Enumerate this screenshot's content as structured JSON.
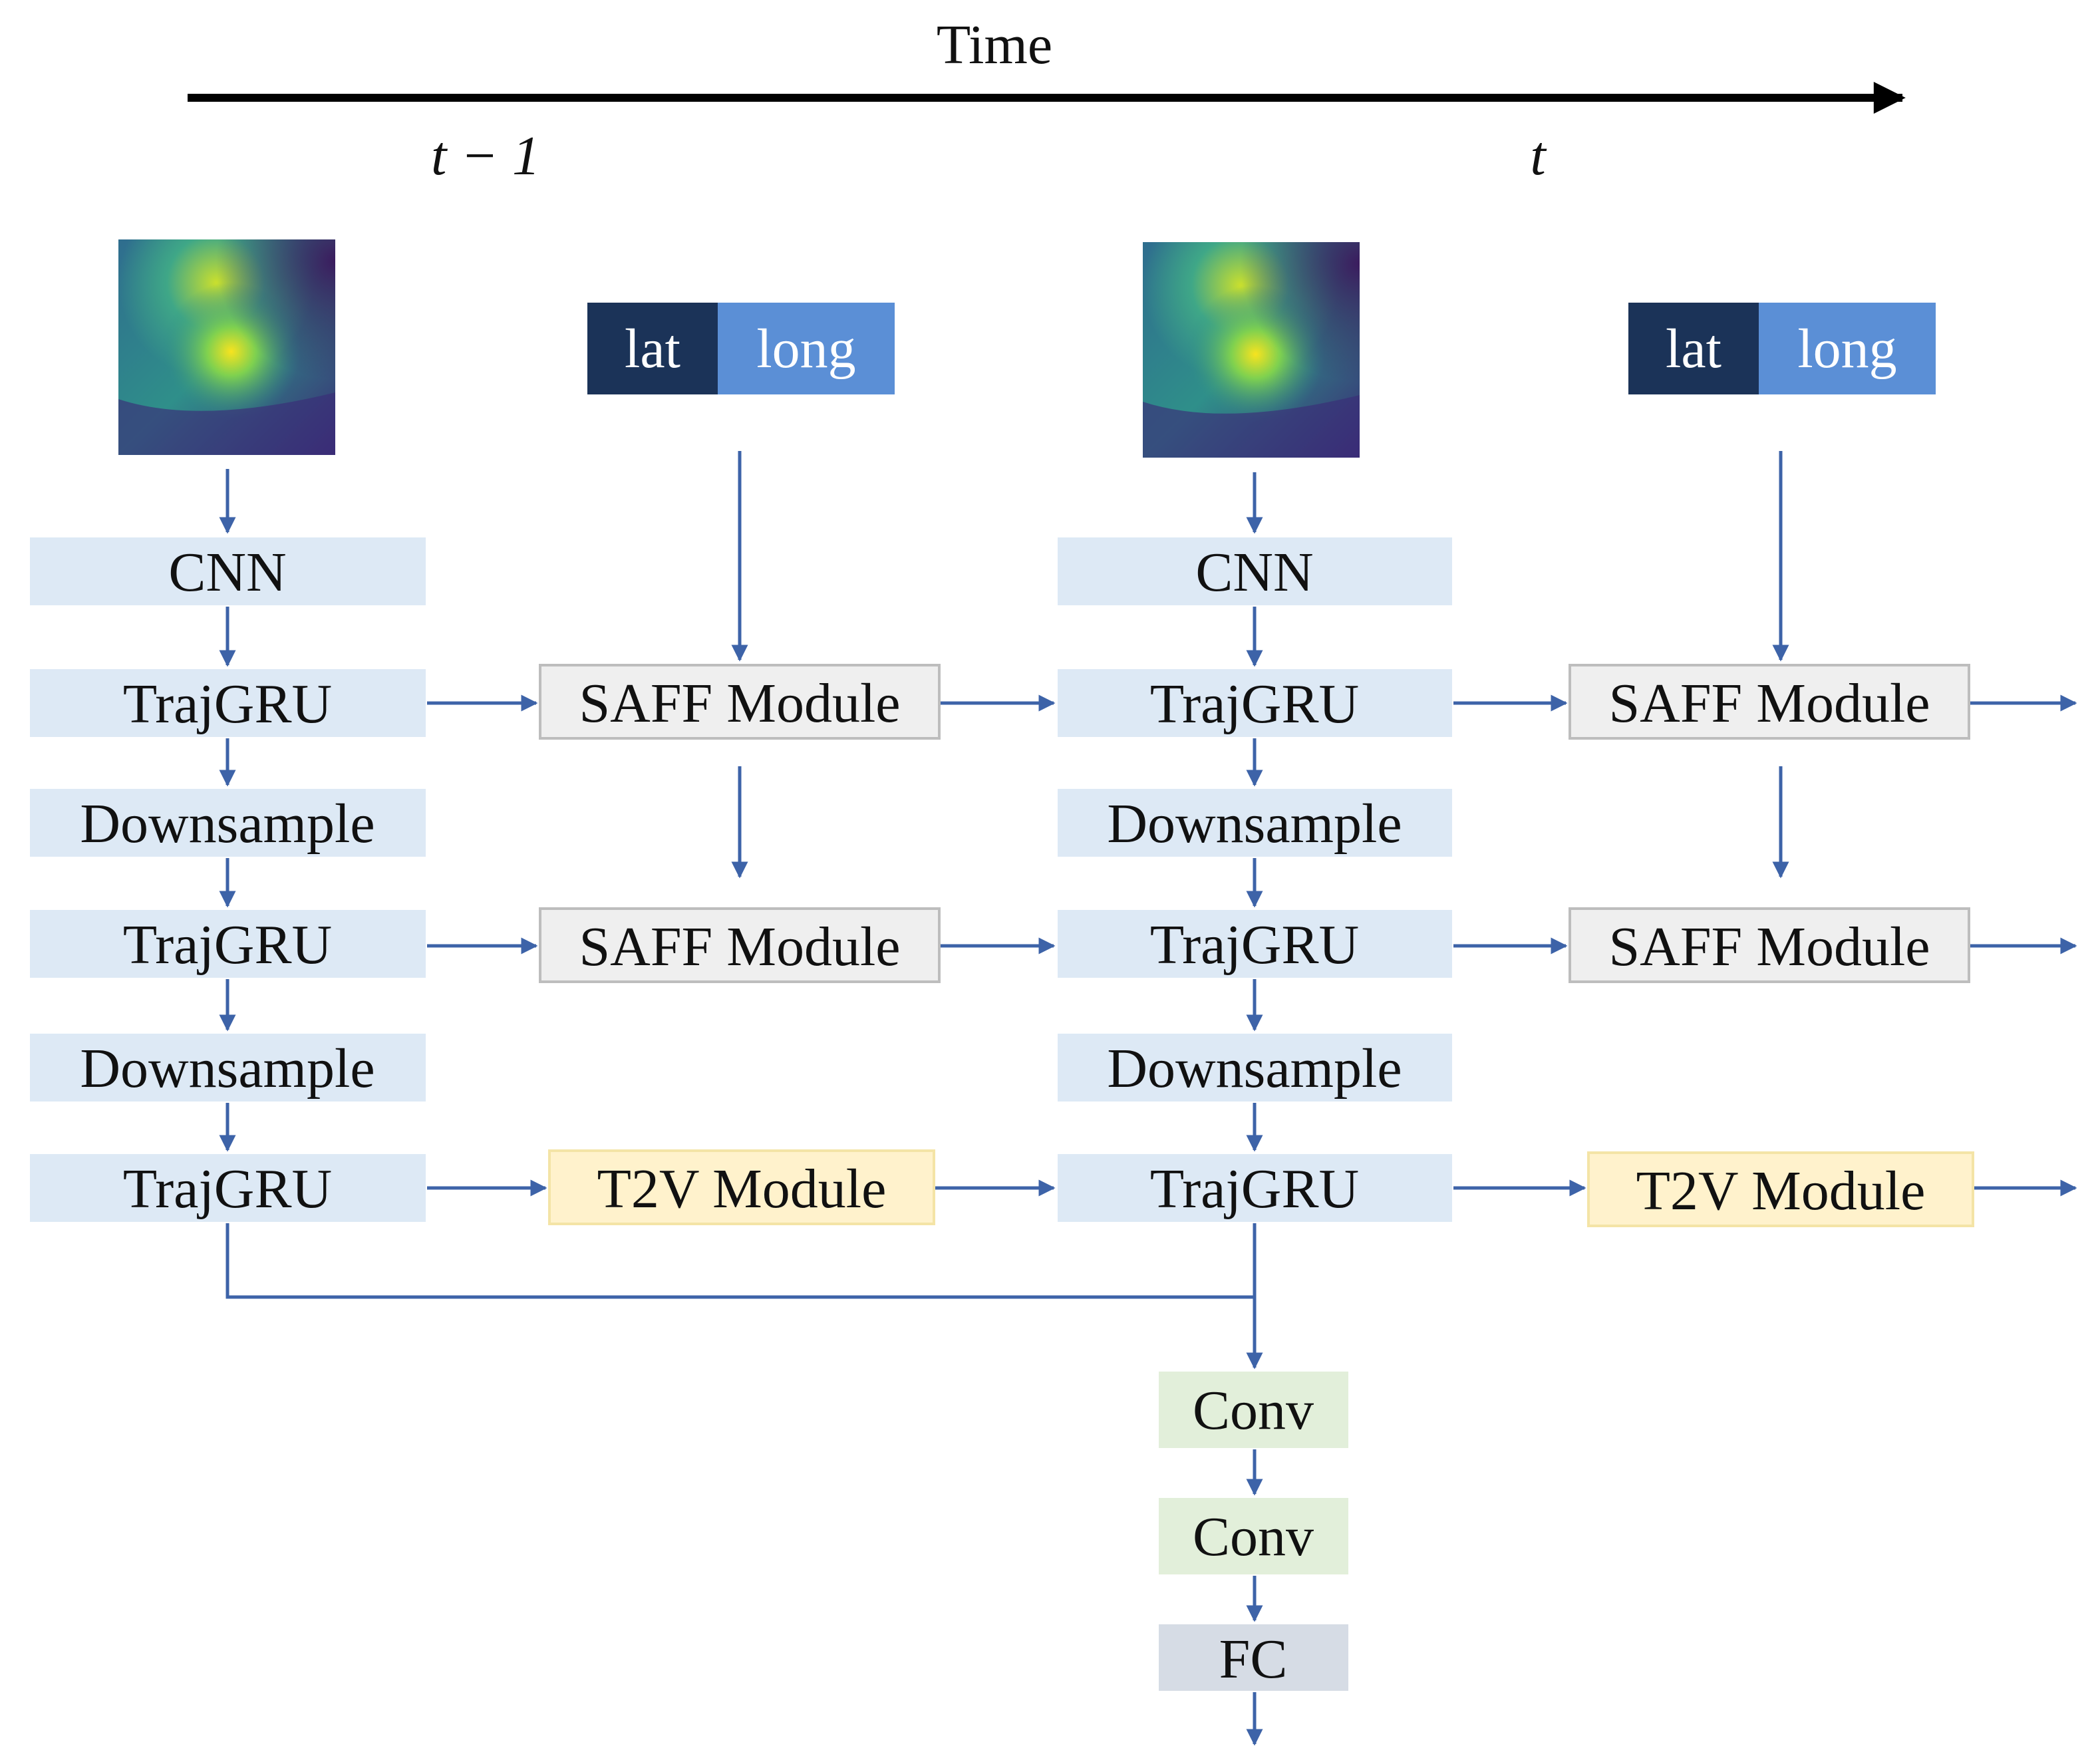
{
  "time_axis": {
    "label": "Time",
    "t_prev": "t − 1",
    "t_curr": "t"
  },
  "columns": {
    "left": {
      "cnn": "CNN",
      "gru1": "TrajGRU",
      "down1": "Downsample",
      "gru2": "TrajGRU",
      "down2": "Downsample",
      "gru3": "TrajGRU"
    },
    "right": {
      "cnn": "CNN",
      "gru1": "TrajGRU",
      "down1": "Downsample",
      "gru2": "TrajGRU",
      "down2": "Downsample",
      "gru3": "TrajGRU"
    }
  },
  "modules": {
    "saff_a1": "SAFF Module",
    "saff_a2": "SAFF Module",
    "t2v_a": "T2V Module",
    "saff_b1": "SAFF Module",
    "saff_b2": "SAFF Module",
    "t2v_b": "T2V Module"
  },
  "latlong": [
    {
      "lat": "lat",
      "long": "long"
    },
    {
      "lat": "lat",
      "long": "long"
    }
  ],
  "head": {
    "conv1": "Conv",
    "conv2": "Conv",
    "fc": "FC"
  },
  "colors": {
    "arrow": "#3d63a8",
    "encoder_box": "#dde9f5",
    "saff_box": "#efefef",
    "t2v_box": "#fff2cc",
    "conv_box": "#e2efda",
    "fc_box": "#d6dce5",
    "lat_box": "#1b3358",
    "long_box": "#5b8fd6"
  }
}
